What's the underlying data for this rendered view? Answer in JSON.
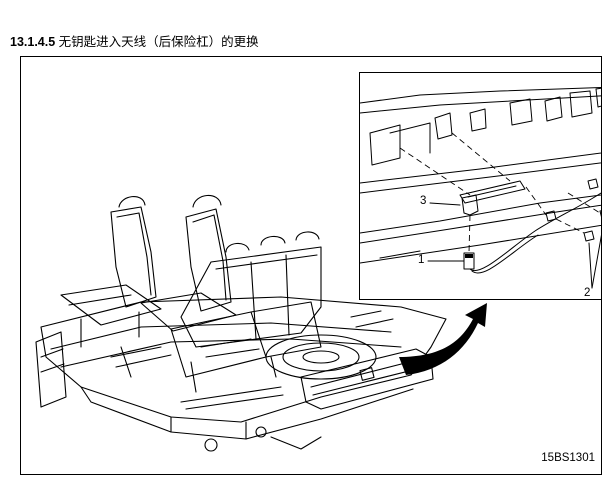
{
  "heading": {
    "number": "13.1.4.5",
    "title": "无钥匙进入天线（后保险杠）的更换"
  },
  "figure": {
    "callouts": {
      "c1": "1",
      "c2": "2",
      "c3": "3"
    },
    "code": "15BS1301"
  },
  "icons": [
    "seat-drawing",
    "rear-bumper-bracket",
    "antenna-connector",
    "push-pin",
    "curved-arrow"
  ]
}
